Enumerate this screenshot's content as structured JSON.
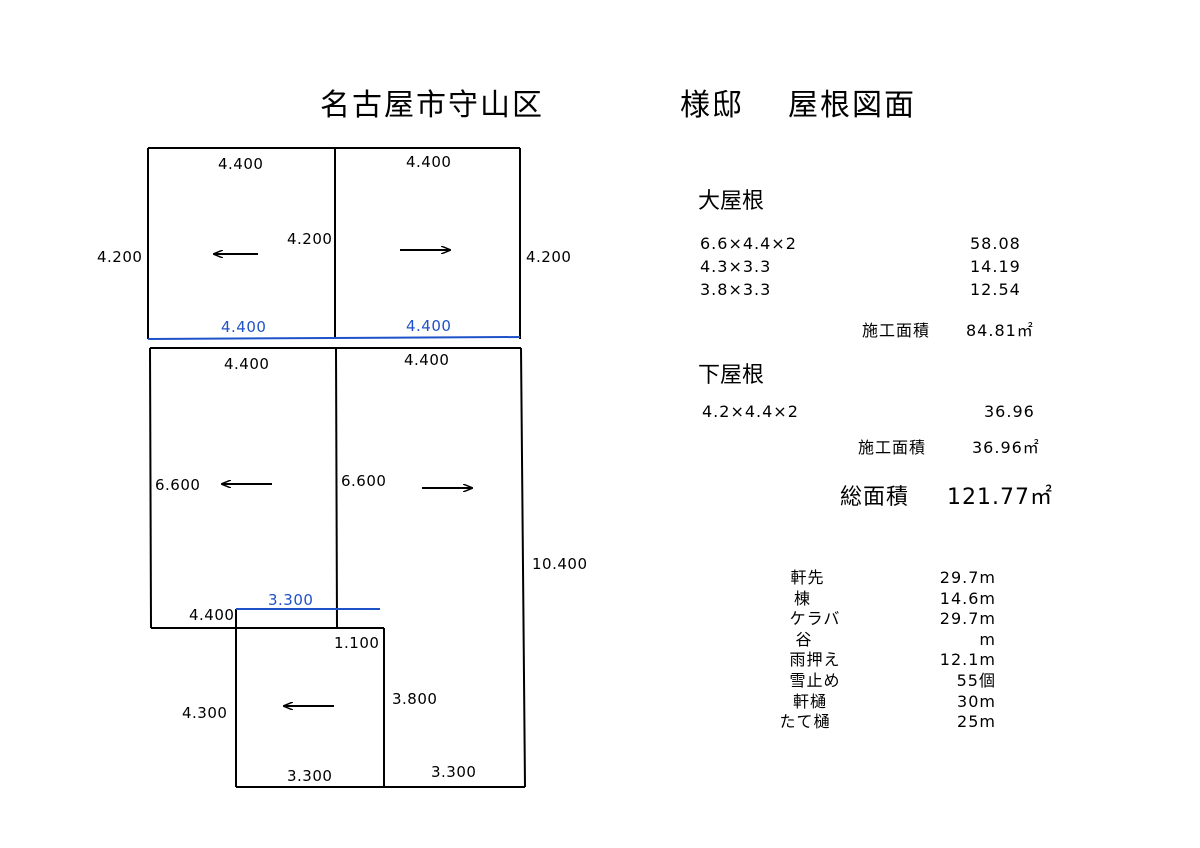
{
  "title": {
    "location": "名古屋市守山区",
    "owner": "様邸",
    "doc": "屋根図面"
  },
  "dimensions": {
    "top_left_top": "4.400",
    "top_right_top": "4.400",
    "top_left_side": "4.200",
    "top_mid": "4.200",
    "top_right_side": "4.200",
    "top_left_bottom": "4.400",
    "top_right_bottom": "4.400",
    "mid_left_top": "4.400",
    "mid_right_top": "4.400",
    "mid_left_side": "6.600",
    "mid_mid": "6.600",
    "right_side": "10.400",
    "lower_blue": "3.300",
    "lower_left": "4.400",
    "small_top": "1.100",
    "small_left": "4.300",
    "small_right": "3.800",
    "small_bottom": "3.300",
    "right_bottom": "3.300"
  },
  "summary": {
    "big_roof": {
      "heading": "大屋根",
      "rows": [
        {
          "formula": "6.6×4.4×2",
          "value": "58.08"
        },
        {
          "formula": "4.3×3.3",
          "value": "14.19"
        },
        {
          "formula": "3.8×3.3",
          "value": "12.54"
        }
      ],
      "area_label": "施工面積",
      "area_value": "84.81㎡"
    },
    "lower_roof": {
      "heading": "下屋根",
      "rows": [
        {
          "formula": "4.2×4.4×2",
          "value": "36.96"
        }
      ],
      "area_label": "施工面積",
      "area_value": "36.96㎡"
    },
    "total_label": "総面積",
    "total_value": "121.77㎡"
  },
  "materials": [
    {
      "name": "軒先",
      "value": "29.7m"
    },
    {
      "name": "棟",
      "value": "14.6m"
    },
    {
      "name": "ケラバ",
      "value": "29.7m"
    },
    {
      "name": "谷",
      "value": "m"
    },
    {
      "name": "雨押え",
      "value": "12.1m"
    },
    {
      "name": "雪止め",
      "value": "55個"
    },
    {
      "name": "軒樋",
      "value": "30m"
    },
    {
      "name": "たて樋",
      "value": "25m"
    }
  ],
  "colors": {
    "line": "#000000",
    "eave_blue": "#1f52c8"
  }
}
